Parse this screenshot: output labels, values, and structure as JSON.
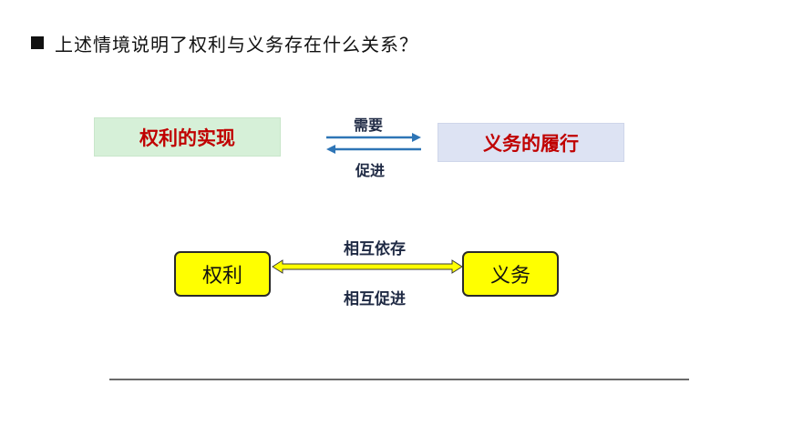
{
  "question": {
    "bullet_icon": "filled-square-icon",
    "text": "上述情境说明了权利与义务存在什么关系？"
  },
  "relation_top": {
    "left_box": "权利的实现",
    "right_box": "义务的履行",
    "forward_label": "需要",
    "backward_label": "促进",
    "box_colors": {
      "left": "#d6f0d8",
      "right": "#dde3f3"
    },
    "text_color": "#c00000",
    "arrow_color": "#2e75b6"
  },
  "relation_bottom": {
    "left_box": "权利",
    "right_box": "义务",
    "label_top": "相互依存",
    "label_bottom": "相互促进",
    "box_color": "#ffff00",
    "arrow_fill": "#ffff00"
  }
}
